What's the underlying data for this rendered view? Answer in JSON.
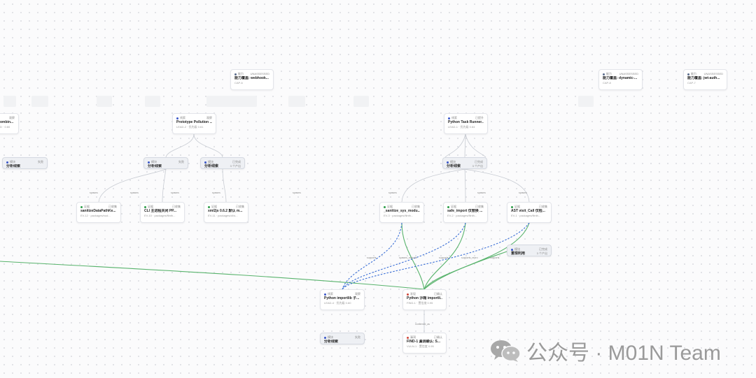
{
  "nodes": [
    {
      "id": "cap6",
      "tag": "能力",
      "status": "UNASSESSED",
      "title": "能力覆盖: webhook...",
      "sub": "CAP-6",
      "dot": "#5a6b8c"
    },
    {
      "id": "cap8",
      "tag": "能力",
      "status": "UNASSESSED",
      "title": "能力覆盖: dynamic-...",
      "sub": "CAP-8",
      "dot": "#5a6b8c"
    },
    {
      "id": "cap7",
      "tag": "能力",
      "status": "UNASSESSED",
      "title": "能力覆盖: jwt-auth...",
      "sub": "CAP-7",
      "dot": "#5a6b8c"
    },
    {
      "id": "lead_left",
      "tag": "",
      "status": "观察",
      "title": "ombin...",
      "sub": "D · 0.60",
      "dot": ""
    },
    {
      "id": "lead2",
      "tag": "线索",
      "status": "观察",
      "title": "Prototype Pollution ...",
      "sub": "LEAD-2 · 优先级 0.61",
      "dot": "#3a56c8"
    },
    {
      "id": "lead1",
      "tag": "线索",
      "status": "已提升",
      "title": "Python Task Runner...",
      "sub": "LEAD-1 · 优先级 0.64",
      "dot": "#3a56c8"
    },
    {
      "id": "mod_left",
      "tag": "模块",
      "status": "失败",
      "title": "分析线索",
      "sub": "",
      "dot": "#3a56c8"
    },
    {
      "id": "mod2",
      "tag": "模块",
      "status": "失败",
      "title": "分析线索",
      "sub": "",
      "dot": "#3a56c8"
    },
    {
      "id": "mod3",
      "tag": "模块",
      "status": "已完成",
      "title": "分析线索",
      "sub": "3 个产出",
      "dot": "#3a56c8"
    },
    {
      "id": "mod4",
      "tag": "模块",
      "status": "已完成",
      "title": "分析线索",
      "sub": "3 个产出",
      "dot": "#3a56c8"
    },
    {
      "id": "ev12",
      "tag": "证据",
      "status": "已收集",
      "title": "sanitizeDataPathKe...",
      "sub": "EV-12 · packages/nod...",
      "dot": "#2e9e4a"
    },
    {
      "id": "ev10",
      "tag": "证据",
      "status": "已收集",
      "title": "CLI 主进程关闭 PP...",
      "sub": "EV-10 · packages/flinth...",
      "dot": "#2e9e4a"
    },
    {
      "id": "ev11",
      "tag": "证据",
      "status": "已收集",
      "title": "xml2js 0.6.2 默认 m...",
      "sub": "EV-11 · packages/cli/s...",
      "dot": "#2e9e4a"
    },
    {
      "id": "ev3",
      "tag": "证据",
      "status": "已收集",
      "title": "_sanitize_sys_modu...",
      "sub": "EV-3 · packages/flinth...",
      "dot": "#2e9e4a"
    },
    {
      "id": "ev2",
      "tag": "证据",
      "status": "已收集",
      "title": "safe_import 仅替换 ...",
      "sub": "EV-2 · packages/flinth...",
      "dot": "#2e9e4a"
    },
    {
      "id": "ev1",
      "tag": "证据",
      "status": "已收集",
      "title": "AST visit_Call 仅检...",
      "sub": "EV-1 · packages/flinth...",
      "dot": "#2e9e4a"
    },
    {
      "id": "mod5",
      "tag": "模块",
      "status": "已完成",
      "title": "重现利用",
      "sub": "3 个产出",
      "dot": "#3a56c8"
    },
    {
      "id": "lead4",
      "tag": "线索",
      "status": "观察",
      "title": "Python importlib 子...",
      "sub": "LEAD-4 · 优先级 0.60",
      "dot": "#3a56c8"
    },
    {
      "id": "find1",
      "tag": "发现",
      "status": "已确认",
      "title": "Python 沙箱 importli...",
      "sub": "FIND-1 · 置信度 0.95",
      "dot": "#d0463a"
    },
    {
      "id": "mod6",
      "tag": "模块",
      "status": "失败",
      "title": "分析线索",
      "sub": "",
      "dot": "#3a56c8"
    },
    {
      "id": "vuln1",
      "tag": "漏洞",
      "status": "已确认",
      "title": "FIND-1 漏洞确认: S...",
      "sub": "VULN-1 · 置信度 0.95",
      "dot": "#d0463a"
    }
  ],
  "edge_labels": {
    "spawns": "spawns",
    "supports": "supports",
    "spawns_exploits": "spawns_exploits",
    "confirmed_as": "confirmed_as",
    "supports_repro": "supports_repro"
  },
  "colors": {
    "green": "#58b36c",
    "blue": "#3b6fd6",
    "grey": "#c8ccd3"
  },
  "watermark": {
    "text": "公众号 · M01N Team",
    "icon": "wechat-icon"
  }
}
